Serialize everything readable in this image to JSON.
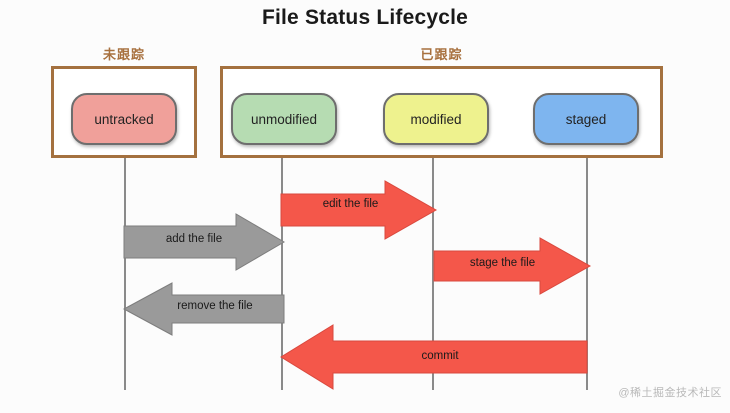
{
  "diagram": {
    "title": "File Status Lifecycle",
    "groups": [
      {
        "id": "untracked",
        "caption": "未跟踪"
      },
      {
        "id": "tracked",
        "caption": "已跟踪"
      }
    ],
    "states": [
      {
        "id": "untracked",
        "label": "untracked",
        "color": "#f0a09a"
      },
      {
        "id": "unmodified",
        "label": "unmodified",
        "color": "#b6dcb2"
      },
      {
        "id": "modified",
        "label": "modified",
        "color": "#eef28e"
      },
      {
        "id": "staged",
        "label": "staged",
        "color": "#7eb5ef"
      }
    ],
    "transitions": [
      {
        "id": "add",
        "label": "add the file",
        "from": "untracked",
        "to": "unmodified",
        "direction": "right",
        "color": "#9a9a9a"
      },
      {
        "id": "edit",
        "label": "edit the file",
        "from": "unmodified",
        "to": "modified",
        "direction": "right",
        "color": "#f4574a"
      },
      {
        "id": "stage",
        "label": "stage the file",
        "from": "modified",
        "to": "staged",
        "direction": "right",
        "color": "#f4574a"
      },
      {
        "id": "remove",
        "label": "remove the file",
        "from": "unmodified",
        "to": "untracked",
        "direction": "left",
        "color": "#9a9a9a"
      },
      {
        "id": "commit",
        "label": "commit",
        "from": "staged",
        "to": "unmodified",
        "direction": "left",
        "color": "#f4574a"
      }
    ],
    "colors": {
      "group_border": "#a4713f",
      "caption_text": "#a8713f",
      "lifeline": "#8a8a8a",
      "gray_arrow": "#9a9a9a",
      "red_arrow": "#f4574a",
      "background": "#fcfcfc"
    },
    "watermark": "@稀土掘金技术社区"
  }
}
